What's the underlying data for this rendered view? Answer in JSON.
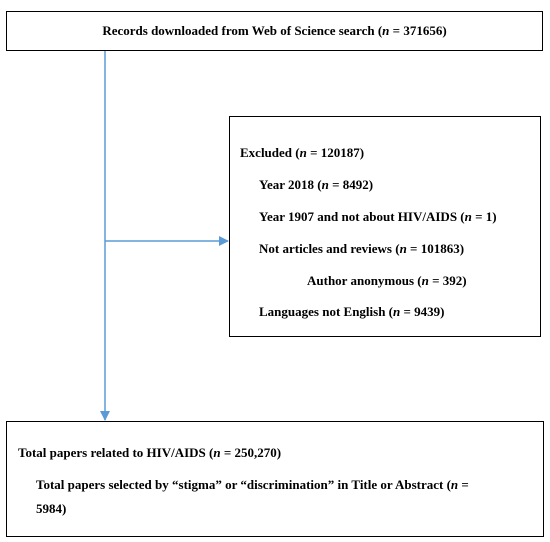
{
  "top_box": {
    "prefix": "Records downloaded from Web of Science search (",
    "n_label": "n",
    "suffix": " = 371656)"
  },
  "excluded_box": {
    "heading": {
      "prefix": "Excluded (",
      "n_label": "n",
      "suffix": " = 120187)"
    },
    "items": [
      {
        "prefix": "Year 2018 (",
        "n_label": "n",
        "suffix": " = 8492)"
      },
      {
        "prefix": "Year 1907 and not about HIV/AIDS (",
        "n_label": "n",
        "suffix": " = 1)"
      },
      {
        "prefix": "Not articles and reviews (",
        "n_label": "n",
        "suffix": " = 101863)"
      },
      {
        "prefix": "Author anonymous (",
        "n_label": "n",
        "suffix": " = 392)"
      },
      {
        "prefix": "Languages not English (",
        "n_label": "n",
        "suffix": " = 9439)"
      }
    ]
  },
  "bottom_box": {
    "line1": {
      "prefix": "Total papers related to HIV/AIDS (",
      "n_label": "n",
      "suffix": " = 250,270)"
    },
    "line2": {
      "prefix": "Total papers selected by “stigma” or “discrimination” in Title or Abstract (",
      "n_label": "n",
      "suffix": " ="
    },
    "line3": "5984)"
  },
  "colors": {
    "arrow": "#5b9bd5",
    "border": "#000000"
  }
}
